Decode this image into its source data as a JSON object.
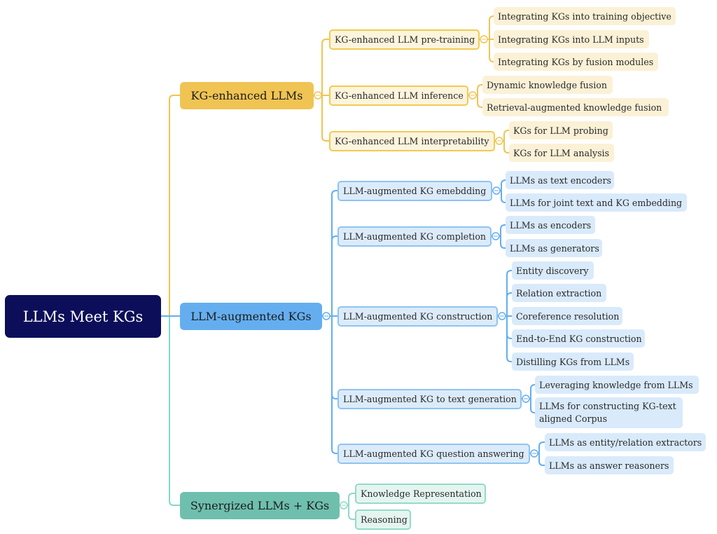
{
  "root": "LLMs Meet KGs",
  "colors": {
    "root": "#0c0e5a",
    "kg_enhanced": "#f0c453",
    "llm_augmented": "#64aef0",
    "synergized": "#6fbfae"
  },
  "kg_enhanced": {
    "label": "KG-enhanced LLMs",
    "pretraining": {
      "label": "KG-enhanced LLM pre-training",
      "children": [
        "Integrating KGs into training objective",
        "Integrating KGs into LLM inputs",
        "Integrating KGs by fusion modules"
      ]
    },
    "inference": {
      "label": "KG-enhanced LLM inference",
      "children": [
        "Dynamic knowledge fusion",
        "Retrieval-augmented knowledge fusion"
      ]
    },
    "interpretability": {
      "label": "KG-enhanced LLM interpretability",
      "children": [
        "KGs for LLM probing",
        "KGs for LLM analysis"
      ]
    }
  },
  "llm_augmented": {
    "label": "LLM-augmented KGs",
    "embedding": {
      "label": "LLM-augmented KG emebdding",
      "children": [
        "LLMs as text encoders",
        "LLMs for joint text and KG embedding"
      ]
    },
    "completion": {
      "label": "LLM-augmented KG completion",
      "children": [
        "LLMs as encoders",
        "LLMs as generators"
      ]
    },
    "construction": {
      "label": "LLM-augmented KG construction",
      "children": [
        "Entity discovery",
        "Relation extraction",
        "Coreference resolution",
        "End-to-End KG construction",
        "Distilling KGs from LLMs"
      ]
    },
    "text_generation": {
      "label": "LLM-augmented KG to text generation",
      "children": [
        "Leveraging knowledge from LLMs",
        "LLMs for constructing KG-text aligned Corpus"
      ]
    },
    "qa": {
      "label": "LLM-augmented KG question answering",
      "children": [
        "LLMs as entity/relation extractors",
        "LLMs as answer reasoners"
      ]
    }
  },
  "synergized": {
    "label": "Synergized LLMs + KGs",
    "children": [
      "Knowledge Representation",
      "Reasoning"
    ]
  }
}
